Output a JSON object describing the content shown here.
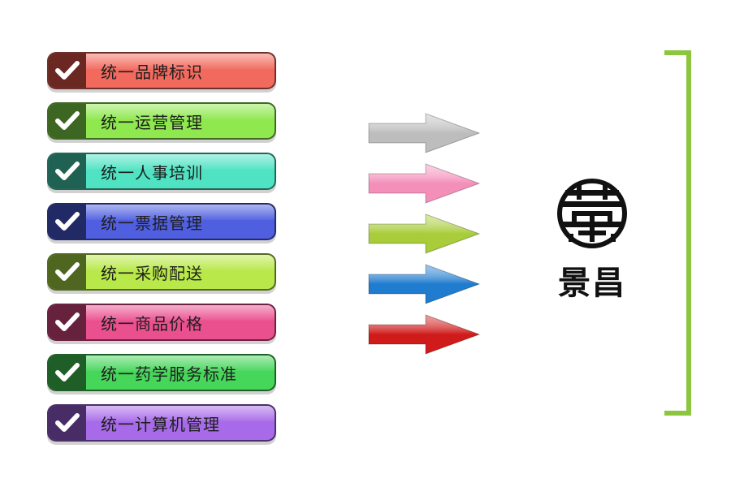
{
  "items": [
    {
      "label": "统一品牌标识",
      "color": "#f26a5e",
      "dark": "#6b2722"
    },
    {
      "label": "统一运营管理",
      "color": "#8ee84e",
      "dark": "#3d6622"
    },
    {
      "label": "统一人事培训",
      "color": "#4fe3c3",
      "dark": "#1f6152"
    },
    {
      "label": "统一票据管理",
      "color": "#4f5fe0",
      "dark": "#222a66"
    },
    {
      "label": "统一采购配送",
      "color": "#b9e84a",
      "dark": "#4f6620"
    },
    {
      "label": "统一商品价格",
      "color": "#ea4f8e",
      "dark": "#66223d"
    },
    {
      "label": "统一药学服务标准",
      "color": "#46d65a",
      "dark": "#1f5e27"
    },
    {
      "label": "统一计算机管理",
      "color": "#a76ae8",
      "dark": "#472c66"
    }
  ],
  "arrows": [
    {
      "color": "#bdbdbd"
    },
    {
      "color": "#f48fba"
    },
    {
      "color": "#a8cc3a"
    },
    {
      "color": "#1f7ccf"
    },
    {
      "color": "#d01b1b"
    }
  ],
  "logo": {
    "text": "景昌",
    "icon": "shou-longevity-icon"
  },
  "bracket_color": "#8cc63f"
}
